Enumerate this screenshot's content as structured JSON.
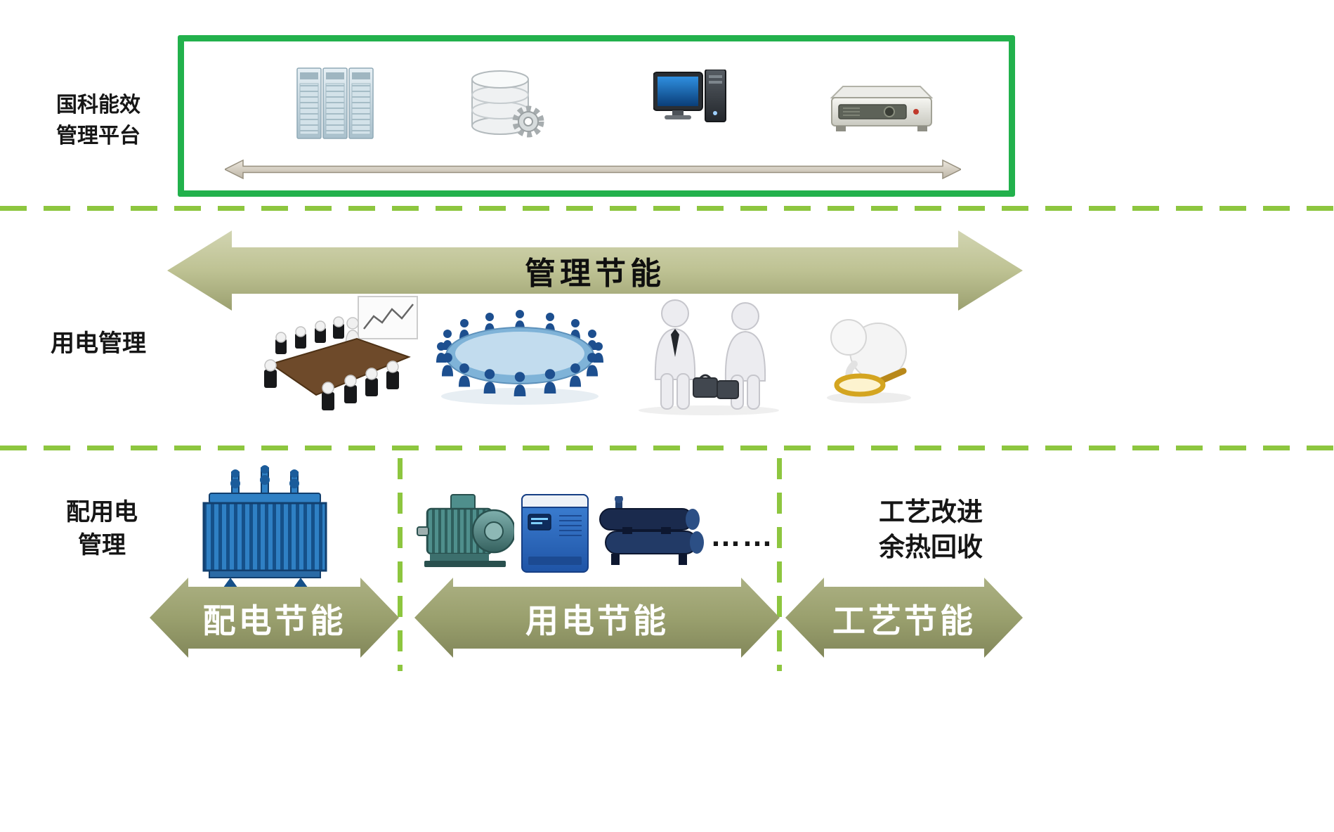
{
  "colors": {
    "platform_border_green": "#22b14c",
    "divider_green": "#8dc63f",
    "big_arrow_olive_light": "#d2d5b2",
    "big_arrow_olive_dark": "#9ba070",
    "bottom_arrow_olive": "#9aa06e",
    "bottom_arrow_text": "#ffffff",
    "top_arrow_tan": "#cfc8ba",
    "text_color": "#161616"
  },
  "top_section": {
    "label_line1": "国科能效",
    "label_line2": "管理平台",
    "icons": [
      {
        "name": "server-cabinet-icon"
      },
      {
        "name": "database-gear-icon"
      },
      {
        "name": "desktop-computer-icon"
      },
      {
        "name": "rack-server-icon"
      }
    ],
    "arrow": {
      "name": "bidirectional-data-arrow"
    }
  },
  "middle_section": {
    "label": "用电管理",
    "arrow_label": "管理节能",
    "images": [
      {
        "name": "meeting-image"
      },
      {
        "name": "roundtable-conference-image"
      },
      {
        "name": "businessmen-image"
      },
      {
        "name": "magnifier-inspection-image"
      }
    ]
  },
  "bottom_section": {
    "label_line1": "配用电",
    "label_line2": "管理",
    "equipment": [
      {
        "name": "transformer-image"
      },
      {
        "name": "motor-image"
      },
      {
        "name": "compressor-image"
      },
      {
        "name": "chiller-image"
      }
    ],
    "ellipsis": "……",
    "process_lines": [
      "工艺改进",
      "余热回收",
      "……"
    ],
    "arrows": [
      {
        "label": "配电节能"
      },
      {
        "label": "用电节能"
      },
      {
        "label": "工艺节能"
      }
    ]
  }
}
